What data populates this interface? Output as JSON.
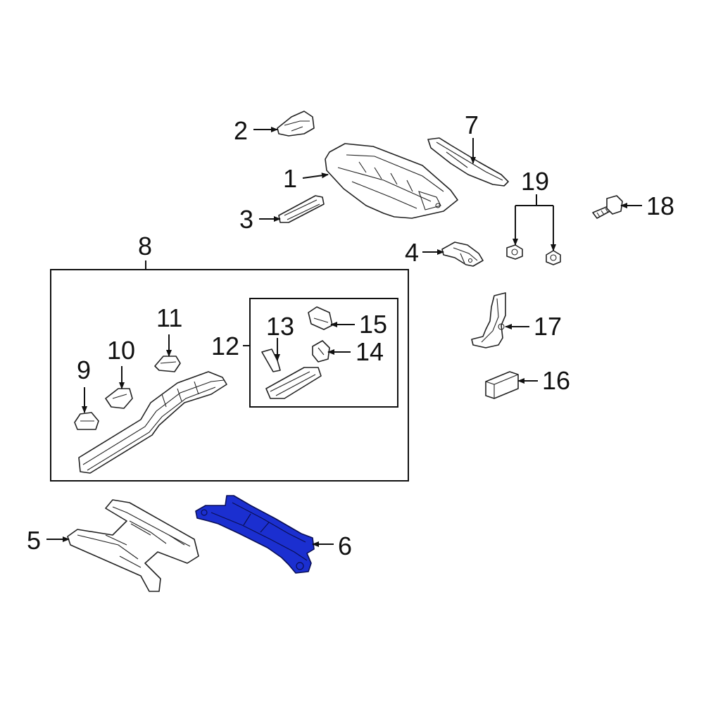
{
  "colors": {
    "highlight": "#1b2fd0",
    "line": "#111111",
    "background": "#ffffff"
  },
  "callouts": [
    {
      "id": "1",
      "text": "1"
    },
    {
      "id": "2",
      "text": "2"
    },
    {
      "id": "3",
      "text": "3"
    },
    {
      "id": "4",
      "text": "4"
    },
    {
      "id": "5",
      "text": "5"
    },
    {
      "id": "6",
      "text": "6"
    },
    {
      "id": "7",
      "text": "7"
    },
    {
      "id": "8",
      "text": "8"
    },
    {
      "id": "9",
      "text": "9"
    },
    {
      "id": "10",
      "text": "10"
    },
    {
      "id": "11",
      "text": "11"
    },
    {
      "id": "12",
      "text": "12"
    },
    {
      "id": "13",
      "text": "13"
    },
    {
      "id": "14",
      "text": "14"
    },
    {
      "id": "15",
      "text": "15"
    },
    {
      "id": "16",
      "text": "16"
    },
    {
      "id": "17",
      "text": "17"
    },
    {
      "id": "18",
      "text": "18"
    },
    {
      "id": "19",
      "text": "19"
    }
  ],
  "highlighted_part": "6"
}
